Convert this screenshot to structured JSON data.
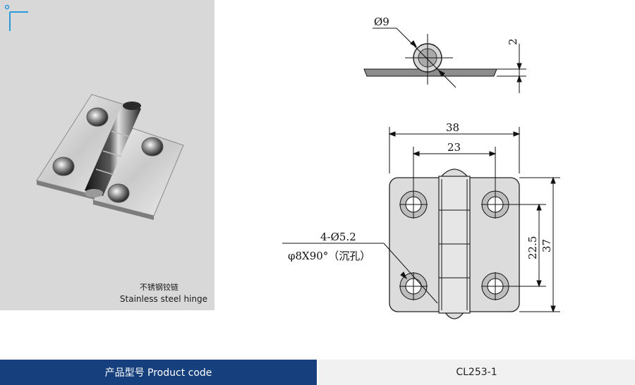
{
  "product": {
    "name_cn": "不锈钢铰链",
    "name_en": "Stainless steel hinge"
  },
  "drawing": {
    "dim_pin_diameter": "Ø9",
    "dim_thickness": "2",
    "dim_width_total": "38",
    "dim_hole_spacing_x": "23",
    "dim_hole_spacing_y": "22.5",
    "dim_height_total": "37",
    "dim_holes": "4-Ø5.2",
    "dim_countersink": "φ8X90°（沉孔）"
  },
  "footer": {
    "code_label": "产品型号  Product code",
    "code_value": "CL253-1"
  },
  "colors": {
    "footer_blue": "#163f7d",
    "corner_mark": "#2a9ad8",
    "photo_bg": "#d8d8d8"
  }
}
